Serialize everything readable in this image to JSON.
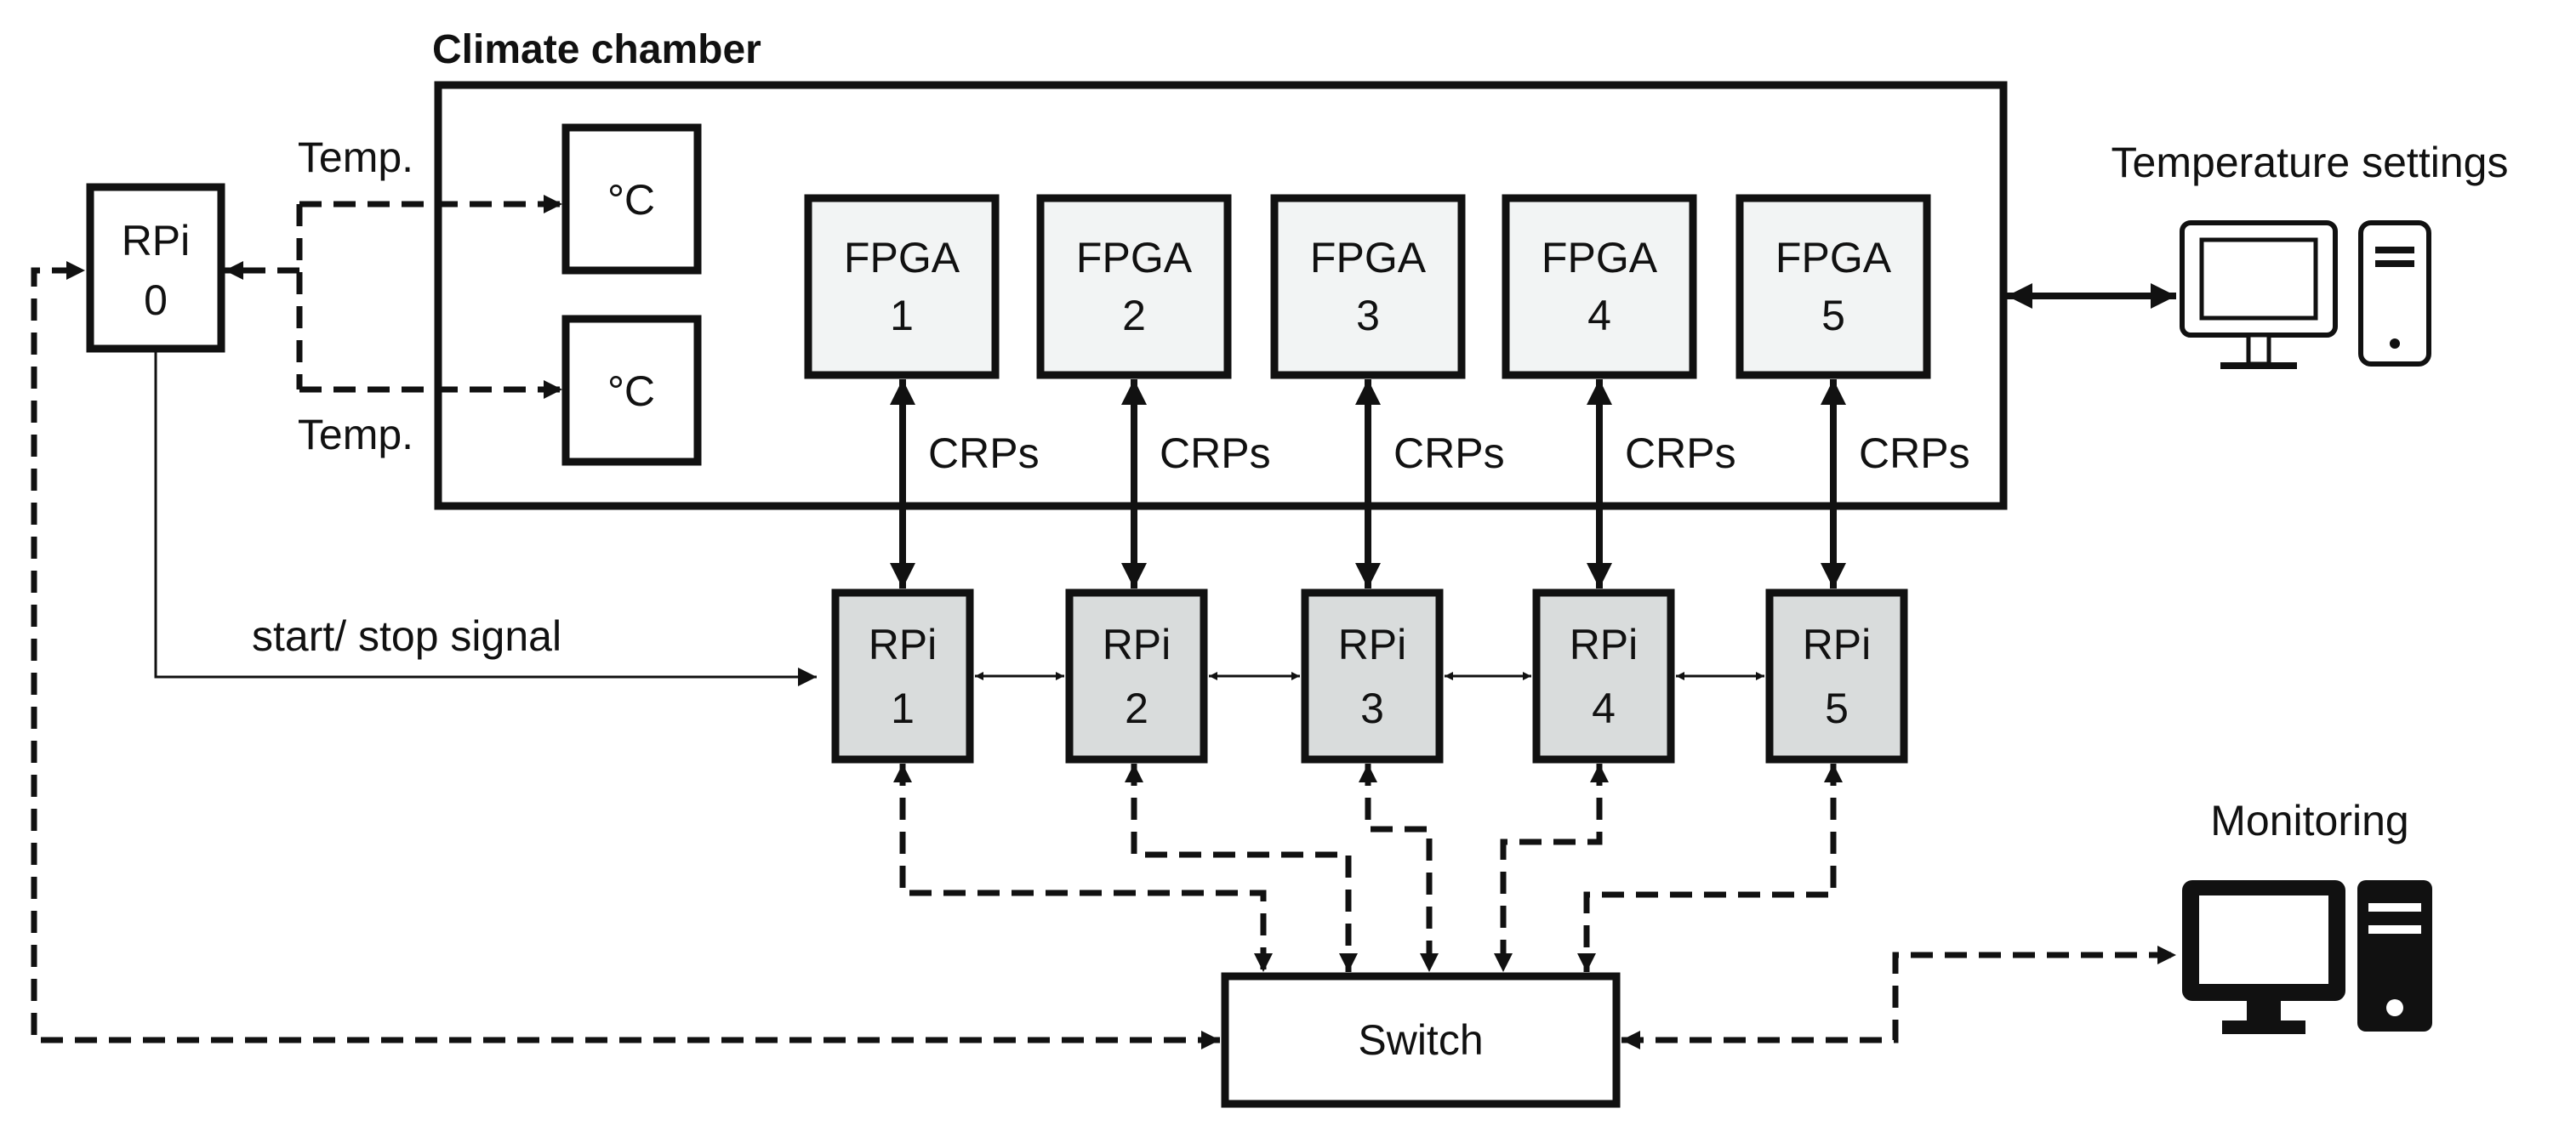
{
  "title": "Climate chamber",
  "temperature_settings_label": "Temperature settings",
  "monitoring_label": "Monitoring",
  "rpi0": {
    "line1": "RPi",
    "line2": "0"
  },
  "sensors": [
    {
      "unit": "°C",
      "label": "Temp."
    },
    {
      "unit": "°C",
      "label": "Temp."
    }
  ],
  "fpgas": [
    {
      "line1": "FPGA",
      "line2": "1"
    },
    {
      "line1": "FPGA",
      "line2": "2"
    },
    {
      "line1": "FPGA",
      "line2": "3"
    },
    {
      "line1": "FPGA",
      "line2": "4"
    },
    {
      "line1": "FPGA",
      "line2": "5"
    }
  ],
  "crp_label": "CRPs",
  "rpis": [
    {
      "line1": "RPi",
      "line2": "1"
    },
    {
      "line1": "RPi",
      "line2": "2"
    },
    {
      "line1": "RPi",
      "line2": "3"
    },
    {
      "line1": "RPi",
      "line2": "4"
    },
    {
      "line1": "RPi",
      "line2": "5"
    }
  ],
  "start_stop_label": "start/ stop signal",
  "switch_label": "Switch",
  "colors": {
    "rpi_fill": "#d9dcdc",
    "fpga_fill": "#f2f4f4",
    "sensor_fill": "#e1dbe7",
    "switch_fill": "#dcdcdc",
    "stroke": "#111111"
  }
}
